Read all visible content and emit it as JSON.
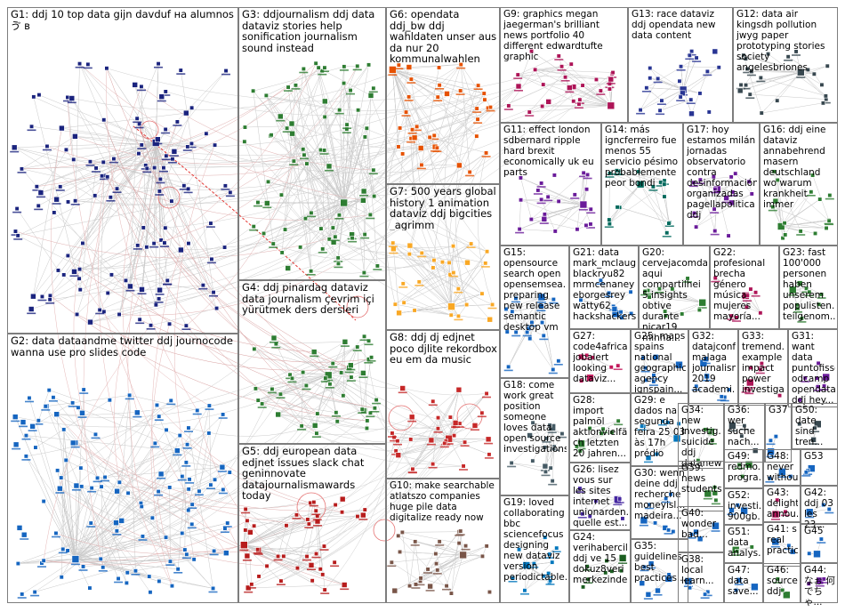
{
  "graph": {
    "groups": [
      {
        "id": "G1",
        "label": "G1: ddj 10 top data gijn davduf на alumnos ゔ в",
        "color": "#1a237e"
      },
      {
        "id": "G2",
        "label": "G2: data dataandme twitter ddj journocode wanna use pro slides code",
        "color": "#1565c0"
      },
      {
        "id": "G3",
        "label": "G3: ddjournalism ddj data dataviz stories help sonification journalism sound instead",
        "color": "#2e7d32"
      },
      {
        "id": "G4",
        "label": "G4: ddj pinardag dataviz data journalism çevrim içi yürütmek ders dersleri",
        "color": "#2e7d32"
      },
      {
        "id": "G5",
        "label": "G5: ddj european data edjnet issues slack chat geninnovate datajournalismawards today",
        "color": "#b71c1c"
      },
      {
        "id": "G6",
        "label": "G6: opendata ddj_bw ddj wahldaten unser aus da nur 20 kommunalwahlen",
        "color": "#e65100"
      },
      {
        "id": "G7",
        "label": "G7: 500 years global history 1 animation dataviz ddj bigcities _agrimm",
        "color": "#f9a825"
      },
      {
        "id": "G8",
        "label": "G8: ddj dj edjnet poco djlite rekordbox eu em da music",
        "color": "#c62828"
      },
      {
        "id": "G9",
        "label": "G9: graphics megan jaegerman's brilliant news portfolio 40 different edwardtufte graphic",
        "color": "#ad1457"
      },
      {
        "id": "G10",
        "label": "G10: make searchable atlatszo companies huge pile data digitalize ready now",
        "color": "#795548"
      },
      {
        "id": "G11",
        "label": "G11: effect london sdbernard ripple hard brexit economically uk eu parts",
        "color": "#6a1b9a"
      },
      {
        "id": "G12",
        "label": "G12: data air kingsdh pollution jwyg paper prototyping stories society angelesbriones",
        "color": "#37474f"
      },
      {
        "id": "G13",
        "label": "G13: race dataviz ddj opendata new data content",
        "color": "#283593"
      },
      {
        "id": "G14",
        "label": "G14: más igncferreiro fue menos 55 servicio pésimo probablemente peor bondi",
        "color": "#00695c"
      },
      {
        "id": "G15",
        "label": "G15: opensource search open opensemsea... preparing new release semantic desktop vm",
        "color": "#1565c0"
      },
      {
        "id": "G16",
        "label": "G16: ddj eine dataviz annabehrend masern deutschland wo warum krankheit immer",
        "color": "#2e7d32"
      },
      {
        "id": "G17",
        "label": "G17: hoy estamos milán jornadas observatorio contra desinformación organizadas pagellapolitica ddj",
        "color": "#6a1b9a"
      },
      {
        "id": "G18",
        "label": "G18: come work great position someone loves data open source investigations",
        "color": "#455a64"
      },
      {
        "id": "G19",
        "label": "G19: loved collaborating bbc sciencefocus designing new dataviz version periodictable...",
        "color": "#0277bd"
      },
      {
        "id": "G20",
        "label": "G20: cervejacomda... aqui compartilhei 5 insights obtive durante nicar19 minha...",
        "color": "#2e7d32"
      },
      {
        "id": "G21",
        "label": "G21: data mark_mclaug... blackryu82 mrmcenaney eborgesrey watty62 hackshackers...",
        "color": "#1565c0"
      },
      {
        "id": "G22",
        "label": "G22: profesional brecha género música mujeres mayoría...",
        "color": "#ad1457"
      },
      {
        "id": "G23",
        "label": "G23: fast 100'000 personen haben unserem populisten... teilgenom...",
        "color": "#2e7d32"
      },
      {
        "id": "G24",
        "label": "G24: verihabercil... ddj ve 15 dokuz8veri merkezinde...",
        "color": "#1b5e20"
      },
      {
        "id": "G25",
        "label": "G25: maps spains national geographic agency ignspain...",
        "color": "#1565c0"
      },
      {
        "id": "G26",
        "label": "G26: lisez vous sur les sites internet unionarden... quelle est...",
        "color": "#4527a0"
      },
      {
        "id": "G27",
        "label": "G27: code4africa jobalert looking dataviz...",
        "color": "#c2185b"
      },
      {
        "id": "G28",
        "label": "G28: import palmöl aktionvielfält ch letzten 20 jahren...",
        "color": "#2e7d32"
      },
      {
        "id": "G29",
        "label": "G29: e dados na segunda feira 25 03 às 17h prédio",
        "color": "#0277bd"
      },
      {
        "id": "G30",
        "label": "G30: wenn deine ddj recherche moneyisl... madeira...",
        "color": "#1565c0"
      },
      {
        "id": "G31",
        "label": "G31: want data puntofisso odcamp opendata ddj hey...",
        "color": "#6a1b9a"
      },
      {
        "id": "G32",
        "label": "G32: datajconf malaga journalism 2019 academi...",
        "color": "#1565c0"
      },
      {
        "id": "G33",
        "label": "G33: tremend... example impact power investiga...",
        "color": "#ad1457"
      },
      {
        "id": "G34",
        "label": "G34: new investig... suicide ddj datanew...",
        "color": "#2e7d32"
      },
      {
        "id": "G35",
        "label": "G35: guidelines best practices...",
        "color": "#1565c0"
      },
      {
        "id": "G36",
        "label": "G36: wer suche nach...",
        "color": "#37474f"
      },
      {
        "id": "G37",
        "label": "G37",
        "color": "#1565c0"
      },
      {
        "id": "G38",
        "label": "G38: local learn...",
        "color": "#1565c0"
      },
      {
        "id": "G39",
        "label": "G39: news students...",
        "color": "#2e7d32"
      },
      {
        "id": "G40",
        "label": "G40: wonder bad...",
        "color": "#1565c0"
      },
      {
        "id": "G41",
        "label": "G41: s real practic...",
        "color": "#1565c0"
      },
      {
        "id": "G42",
        "label": "G42: ddj 03 les 23...",
        "color": "#1565c0"
      },
      {
        "id": "G43",
        "label": "G43: delight annou...",
        "color": "#ad1457"
      },
      {
        "id": "G44",
        "label": "G44: なぉ 何 でちゃ...",
        "color": "#6a1b9a"
      },
      {
        "id": "G45",
        "label": "G45",
        "color": "#1565c0"
      },
      {
        "id": "G46",
        "label": "G46: source ddj",
        "color": "#2e7d32"
      },
      {
        "id": "G47",
        "label": "G47: data save...",
        "color": "#1565c0"
      },
      {
        "id": "G48",
        "label": "G48: never withou...",
        "color": "#1565c0"
      },
      {
        "id": "G49",
        "label": "G49: redmo... progra...",
        "color": "#2e7d32"
      },
      {
        "id": "G50",
        "label": "G50: date sind tren...",
        "color": "#37474f"
      },
      {
        "id": "G51",
        "label": "G51: data analys...",
        "color": "#2e7d32"
      },
      {
        "id": "G52",
        "label": "G52: investi... 900gb...",
        "color": "#1565c0"
      },
      {
        "id": "G53",
        "label": "G53",
        "color": "#1565c0"
      }
    ]
  }
}
